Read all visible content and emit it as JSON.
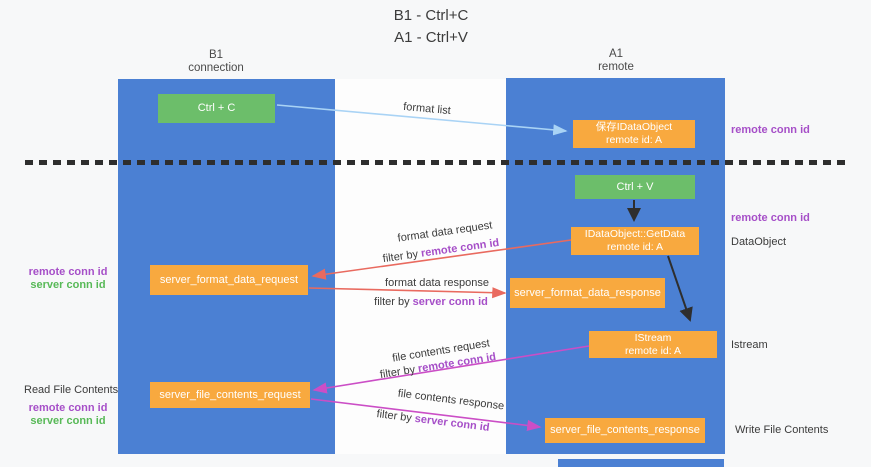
{
  "title": {
    "line1": "B1 - Ctrl+C",
    "line2": "A1 - Ctrl+V"
  },
  "lifelines": {
    "b1": {
      "name": "B1",
      "role": "connection"
    },
    "a1": {
      "name": "A1",
      "role": "remote"
    }
  },
  "nodes": {
    "ctrl_c": {
      "label": "Ctrl + C"
    },
    "ctrl_v": {
      "label": "Ctrl + V"
    },
    "save_dataobject": {
      "line1": "保存IDataObject",
      "line2": "remote id: A"
    },
    "getdata": {
      "line1": "IDataObject::GetData",
      "line2": "remote id: A"
    },
    "istream": {
      "line1": "IStream",
      "line2": "remote id: A"
    },
    "format_request": {
      "label": "server_format_data_request"
    },
    "format_response": {
      "label": "server_format_data_response"
    },
    "file_request": {
      "label": "server_file_contents_request"
    },
    "file_response": {
      "label": "server_file_contents_response"
    }
  },
  "edges": {
    "format_list": {
      "label": "format list"
    },
    "format_data_request": {
      "label": "format data request",
      "filter_prefix": "filter by ",
      "filter_key": "remote conn id"
    },
    "format_data_response": {
      "label": "format data response",
      "filter_prefix": "filter by ",
      "filter_key": "server conn id"
    },
    "file_contents_request": {
      "label": "file contents request",
      "filter_prefix": "filter by ",
      "filter_key": "remote conn id"
    },
    "file_contents_response": {
      "label": "file contents response",
      "filter_prefix": "filter by ",
      "filter_key": "server conn id"
    }
  },
  "side_labels": {
    "left_format_remote": "remote conn id",
    "left_format_server": "server conn id",
    "read_file_contents": "Read File Contents",
    "left_file_remote": "remote conn id",
    "left_file_server": "server conn id",
    "right_top_remote": "remote conn id",
    "right_mid_remote": "remote conn id",
    "dataobject": "DataObject",
    "istream": "Istream",
    "write_file_contents": "Write File Contents"
  },
  "colors": {
    "lifeline_blue": "#4b80d3",
    "action_green": "#6cbe6a",
    "message_orange": "#f8a93f",
    "arrow_red": "#e96a5f",
    "arrow_magenta": "#cb4ec6",
    "arrow_blue": "#a9d3f5",
    "arrow_black": "#2e2e2e",
    "remote_conn_purple": "#a64fc8",
    "server_conn_green": "#57b957"
  }
}
